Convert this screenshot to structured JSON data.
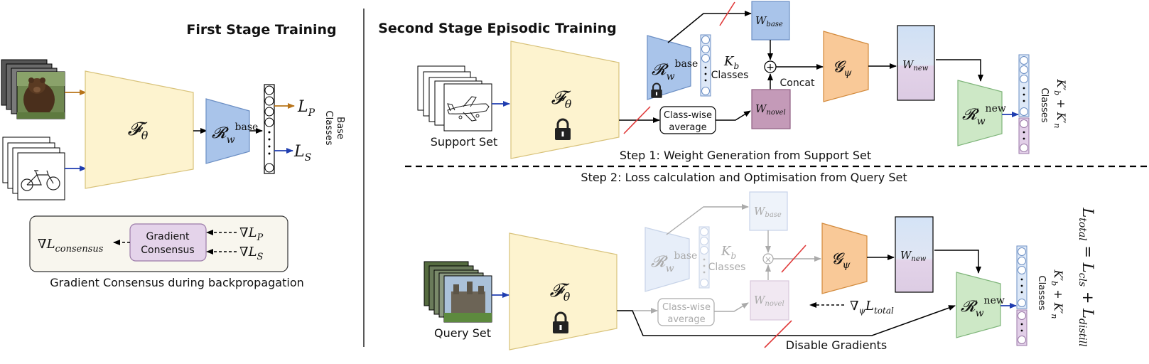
{
  "stage1": {
    "title": "First Stage Training",
    "encoder_label": "𝓕",
    "encoder_sub": "θ",
    "classifier_label": "𝓡",
    "classifier_sub": "w",
    "classifier_sup": "base",
    "loss_p": "L",
    "loss_p_sub": "P",
    "loss_s": "L",
    "loss_s_sub": "S",
    "side_label_1": "Base",
    "side_label_2": "Classes",
    "consensus": {
      "left": "∇L",
      "left_sub": "consensus",
      "box_line1": "Gradient",
      "box_line2": "Consensus",
      "right1": "∇L",
      "right1_sub": "P",
      "right2": "∇L",
      "right2_sub": "S",
      "caption": "Gradient Consensus during backpropagation"
    }
  },
  "stage2": {
    "title": "Second Stage Episodic Training",
    "support_label": "Support Set",
    "query_label": "Query Set",
    "encoder_label": "𝓕",
    "encoder_sub": "θ",
    "base_classifier_label": "𝓡",
    "base_classifier_sub": "w",
    "base_classifier_sup": "base",
    "kb_label": "K",
    "kb_sub": "b",
    "kb_classes": "Classes",
    "w_base": "W",
    "w_base_sub": "base",
    "w_novel": "W",
    "w_novel_sub": "novel",
    "w_new": "W",
    "w_new_sub": "new",
    "concat_label": "Concat",
    "classwise_line1": "Class-wise",
    "classwise_line2": "average",
    "generator_label": "𝓖",
    "generator_sub": "ψ",
    "new_classifier_label": "𝓡",
    "new_classifier_sub": "w",
    "new_classifier_sup": "new",
    "out_classes": "Classes",
    "out_kb": "K′",
    "out_kb_sub": "b",
    "out_plus": " + K′",
    "out_kn_sub": "n",
    "step1": "Step 1: Weight Generation from Support Set",
    "step2": "Step 2: Loss calculation and Optimisation from Query Set",
    "grad_total": "∇",
    "grad_total_sub": "ψ",
    "grad_total_L": "L",
    "grad_total_L_sub": "total",
    "disable": "Disable Gradients",
    "total_loss_L": "L",
    "total_loss_sub": "total",
    "total_loss_eq": " = L",
    "total_loss_cls": "cls",
    "total_loss_plus": " + L",
    "total_loss_distill": "distill"
  },
  "colors": {
    "encoder_fill": "#fdf3cf",
    "encoder_stroke": "#d8c27a",
    "base_fill": "#a9c4ea",
    "base_stroke": "#6c8fc4",
    "novel_fill": "#c49ab8",
    "novel_stroke": "#8f5e83",
    "gen_fill": "#f9c998",
    "gen_stroke": "#d28a3c",
    "new_fill": "#cde8c6",
    "new_stroke": "#7fb57a",
    "consensus_fill": "#e4d3ea",
    "panel_fill": "#f8f6ee",
    "arrow_brown": "#b8741a",
    "arrow_blue": "#1f3db0",
    "red": "#e03a3a",
    "faded": "#bbbbbb"
  }
}
